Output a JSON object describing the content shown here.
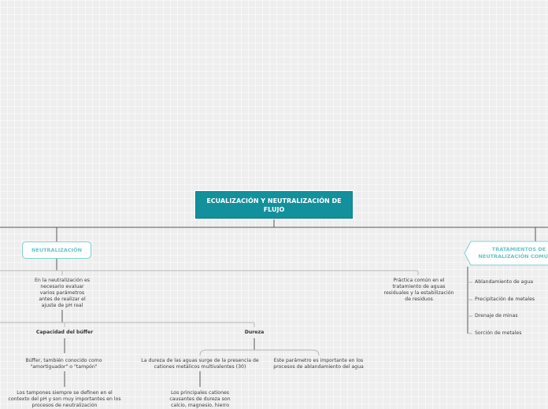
{
  "root": {
    "title": "ECUALIZACIÓN Y NEUTRALIZACIÓN DE FLUJO"
  },
  "left_topic": {
    "label": "NEUTRALIZACIÓN",
    "description": "En la neutralización es necesario evaluar varios parámetros antes de realizar el ajuste de pH real",
    "children": [
      {
        "label": "Capacidad del búffer",
        "notes": [
          "Búffer, también conocido como \"amortiguador\" o \"tampón\"",
          "Los tampones siempre se definen en el contexto del pH y son muy importantes en los procesos de neutralización"
        ]
      },
      {
        "label": "Dureza",
        "notes": [
          "La dureza de las aguas surge de la presencia de cationes metálicos multivalentes (30)",
          "Este parámetro es importante en los procesos de ablandamiento del agua",
          "Los principales cationes causantes de dureza son calcio, magnesio, hierro"
        ]
      }
    ],
    "side_note": "Práctica común en el tratamiento de aguas residuales y la estabilización de residuos"
  },
  "right_topic": {
    "label": "TRATAMIENTOS DE NEUTRALIZACIÓN COMUNES",
    "items": [
      "Ablandamiento de agua",
      "Precipitación de metales",
      "Drenaje de minas",
      "Sorción de metales"
    ]
  },
  "colors": {
    "root_fill": "#12919c",
    "topic_text": "#6cc4c4",
    "line": "#555555",
    "light_line": "#b8b8b8"
  }
}
